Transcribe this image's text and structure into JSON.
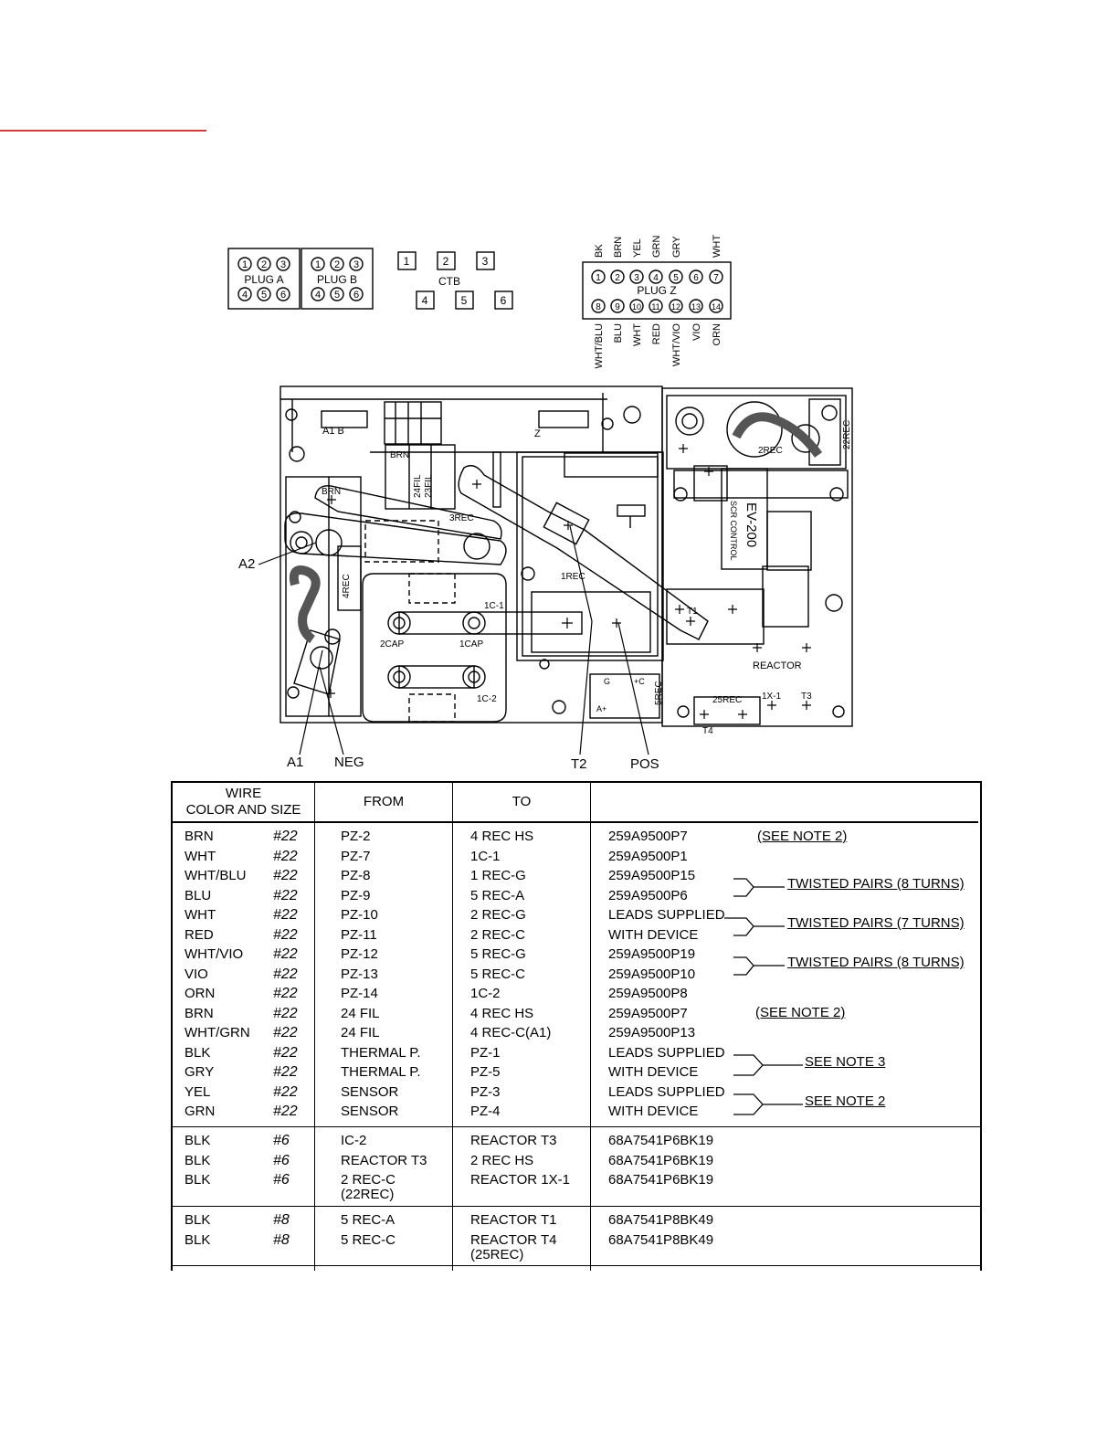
{
  "plugs": {
    "plug_a": {
      "label": "PLUG A",
      "pins": [
        "1",
        "2",
        "3",
        "4",
        "5",
        "6"
      ]
    },
    "plug_b": {
      "label": "PLUG B",
      "pins": [
        "1",
        "2",
        "3",
        "4",
        "5",
        "6"
      ]
    },
    "ctb": {
      "label": "CTB",
      "terminals": [
        "1",
        "2",
        "3",
        "4",
        "5",
        "6"
      ]
    },
    "plug_z": {
      "label": "PLUG Z",
      "pins": [
        "1",
        "2",
        "3",
        "4",
        "5",
        "6",
        "7",
        "8",
        "9",
        "10",
        "11",
        "12",
        "13",
        "14"
      ],
      "top_wires": [
        "BK",
        "BRN",
        "YEL",
        "GRN",
        "GRY",
        "",
        "WHT"
      ],
      "bottom_wires": [
        "WHT/BLU",
        "BLU",
        "WHT",
        "RED",
        "WHT/VIO",
        "VIO",
        "ORN"
      ]
    }
  },
  "panel_labels": {
    "a2": "A2",
    "a1": "A1",
    "neg": "NEG",
    "t2": "T2",
    "pos": "POS",
    "brn_top": "BRN",
    "brn_left": "BRN",
    "fil24": "24FIL",
    "fil23": "23FIL",
    "rec3": "3REC",
    "rec4": "4REC",
    "rec1": "1REC",
    "rec2": "2REC",
    "rec22": "22REC",
    "rec5": "5REC",
    "rec25": "25REC",
    "cap2": "2CAP",
    "cap1": "1CAP",
    "ic1": "1C-1",
    "ic2": "1C-2",
    "ev200": "EV-200",
    "scr": "SCR CONTROL",
    "reactor": "REACTOR",
    "x1": "1X-1",
    "t3": "T3",
    "t4": "T4",
    "t1": "T1",
    "a_b": "A1  B",
    "z": "Z",
    "g": "G",
    "c": "+C",
    "a": "A+"
  },
  "table": {
    "headers": {
      "wire": "WIRE\nCOLOR AND SIZE",
      "from": "FROM",
      "to": "TO",
      "part": ""
    },
    "group1": [
      {
        "color": "BRN",
        "size": "#22",
        "from": "PZ-2",
        "to": "4 REC HS",
        "part": "259A9500P7"
      },
      {
        "color": "WHT",
        "size": "#22",
        "from": "PZ-7",
        "to": "1C-1",
        "part": "259A9500P1"
      },
      {
        "color": "WHT/BLU",
        "size": "#22",
        "from": "PZ-8",
        "to": "1 REC-G",
        "part": "259A9500P15"
      },
      {
        "color": "BLU",
        "size": "#22",
        "from": "PZ-9",
        "to": "5 REC-A",
        "part": "259A9500P6"
      },
      {
        "color": "WHT",
        "size": "#22",
        "from": "PZ-10",
        "to": "2 REC-G",
        "part": "LEADS SUPPLIED"
      },
      {
        "color": "RED",
        "size": "#22",
        "from": "PZ-11",
        "to": "2 REC-C",
        "part": "WITH DEVICE"
      },
      {
        "color": "WHT/VIO",
        "size": "#22",
        "from": "PZ-12",
        "to": "5 REC-G",
        "part": "259A9500P19"
      },
      {
        "color": "VIO",
        "size": "#22",
        "from": "PZ-13",
        "to": "5 REC-C",
        "part": "259A9500P10"
      },
      {
        "color": "ORN",
        "size": "#22",
        "from": "PZ-14",
        "to": "1C-2",
        "part": "259A9500P8"
      },
      {
        "color": "BRN",
        "size": "#22",
        "from": "24 FIL",
        "to": "4 REC HS",
        "part": "259A9500P7"
      },
      {
        "color": "WHT/GRN",
        "size": "#22",
        "from": "24 FIL",
        "to": "4 REC-C(A1)",
        "part": "259A9500P13"
      },
      {
        "color": "BLK",
        "size": "#22",
        "from": "THERMAL P.",
        "to": "PZ-1",
        "part": "LEADS SUPPLIED"
      },
      {
        "color": "GRY",
        "size": "#22",
        "from": "THERMAL P.",
        "to": "PZ-5",
        "part": "WITH DEVICE"
      },
      {
        "color": "YEL",
        "size": "#22",
        "from": "SENSOR",
        "to": "PZ-3",
        "part": "LEADS SUPPLIED"
      },
      {
        "color": "GRN",
        "size": "#22",
        "from": "SENSOR",
        "to": "PZ-4",
        "part": "WITH DEVICE"
      }
    ],
    "group2": [
      {
        "color": "BLK",
        "size": "#6",
        "from": "IC-2",
        "to": "REACTOR T3",
        "part": "68A7541P6BK19"
      },
      {
        "color": "BLK",
        "size": "#6",
        "from": "REACTOR T3",
        "to": "2 REC HS",
        "part": "68A7541P6BK19"
      },
      {
        "color": "BLK",
        "size": "#6",
        "from": "2 REC-C\n(22REC)",
        "to": "REACTOR 1X-1",
        "part": "68A7541P6BK19"
      }
    ],
    "group3": [
      {
        "color": "BLK",
        "size": "#8",
        "from": "5 REC-A",
        "to": "REACTOR T1",
        "part": "68A7541P8BK49"
      },
      {
        "color": "BLK",
        "size": "#8",
        "from": "5 REC-C",
        "to": "REACTOR T4\n(25REC)",
        "part": "68A7541P8BK49"
      }
    ],
    "notes": {
      "see_note_2_a": "(SEE NOTE 2)",
      "see_note_2_b": "(SEE NOTE 2)",
      "twisted_8_a": "TWISTED PAIRS (8 TURNS)",
      "twisted_7": "TWISTED PAIRS (7 TURNS)",
      "twisted_8_b": "TWISTED PAIRS (8 TURNS)",
      "see_note_3": "SEE NOTE 3",
      "see_note_2_c": "SEE NOTE 2"
    }
  }
}
